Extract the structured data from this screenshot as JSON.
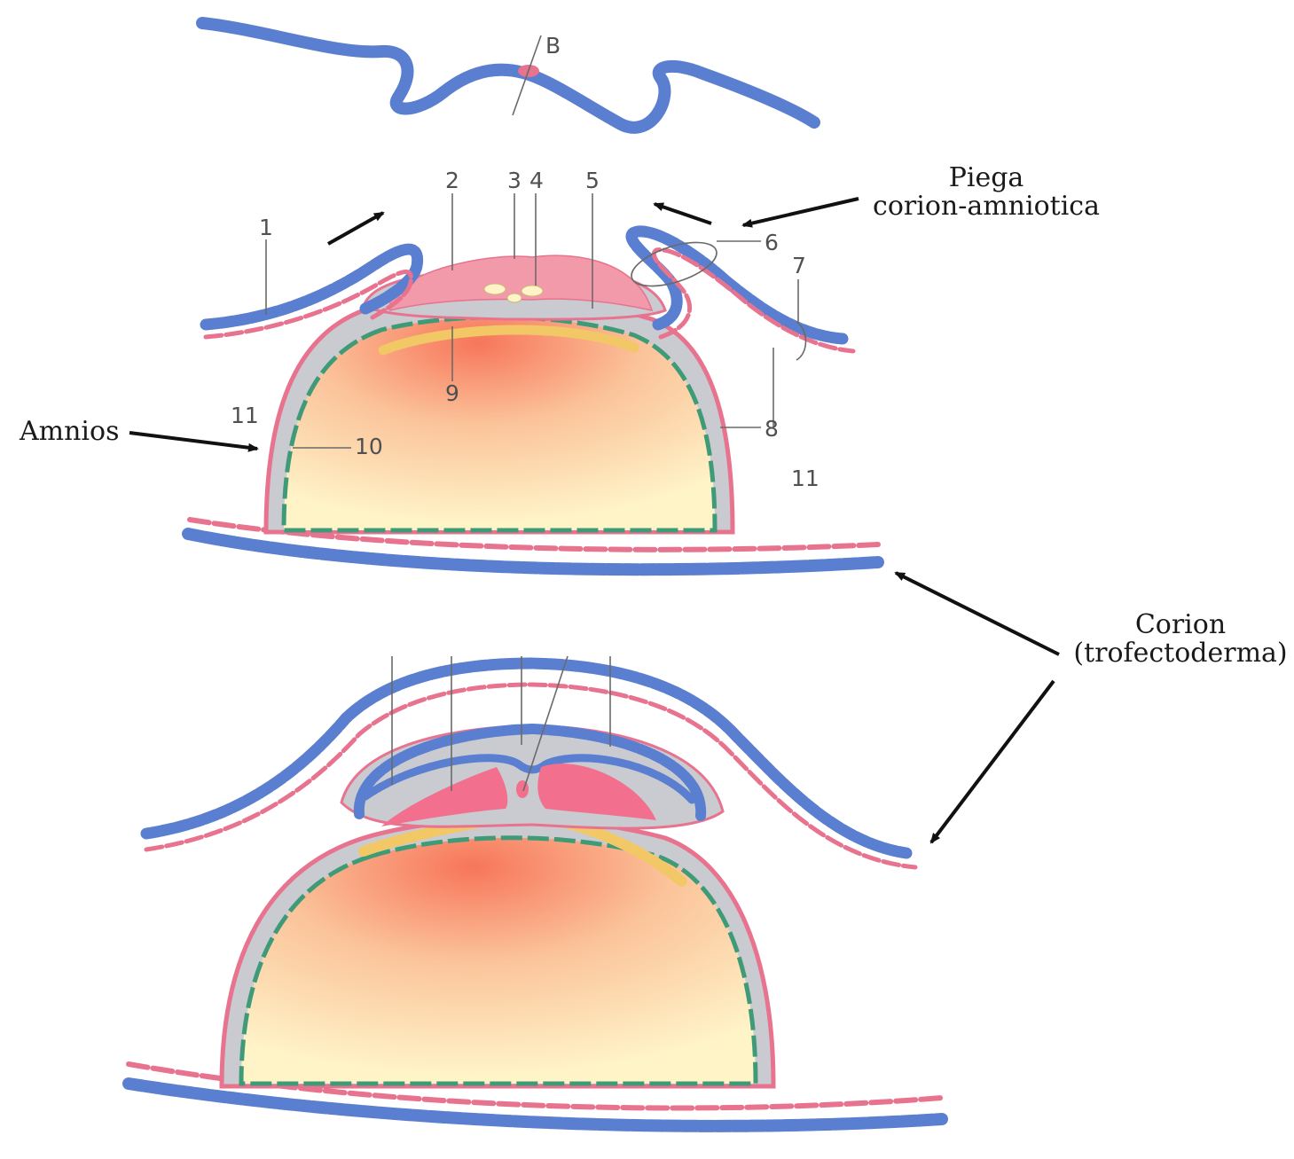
{
  "labels": {
    "b": "B",
    "n1": "1",
    "n2": "2",
    "n3": "3",
    "n4": "4",
    "n5": "5",
    "n6": "6",
    "n7": "7",
    "n8": "8",
    "n9": "9",
    "n10": "10",
    "n11a": "11",
    "n11b": "11"
  },
  "annotations": {
    "piega_line1": "Piega",
    "piega_line2": "corion-amniotica",
    "amnios": "Amnios",
    "corion_line1": "Corion",
    "corion_line2": "(trofectoderma)"
  },
  "colors": {
    "ectoderm_blue": "#5b7fd0",
    "mesoderm_pink": "#e8738f",
    "endoderm_green": "#3f9a78",
    "yolk_orange": "#f2c766",
    "cavity_gray": "#c9cbd1",
    "yolk_center": "#f7765a",
    "yolk_edge": "#fff4c8"
  }
}
